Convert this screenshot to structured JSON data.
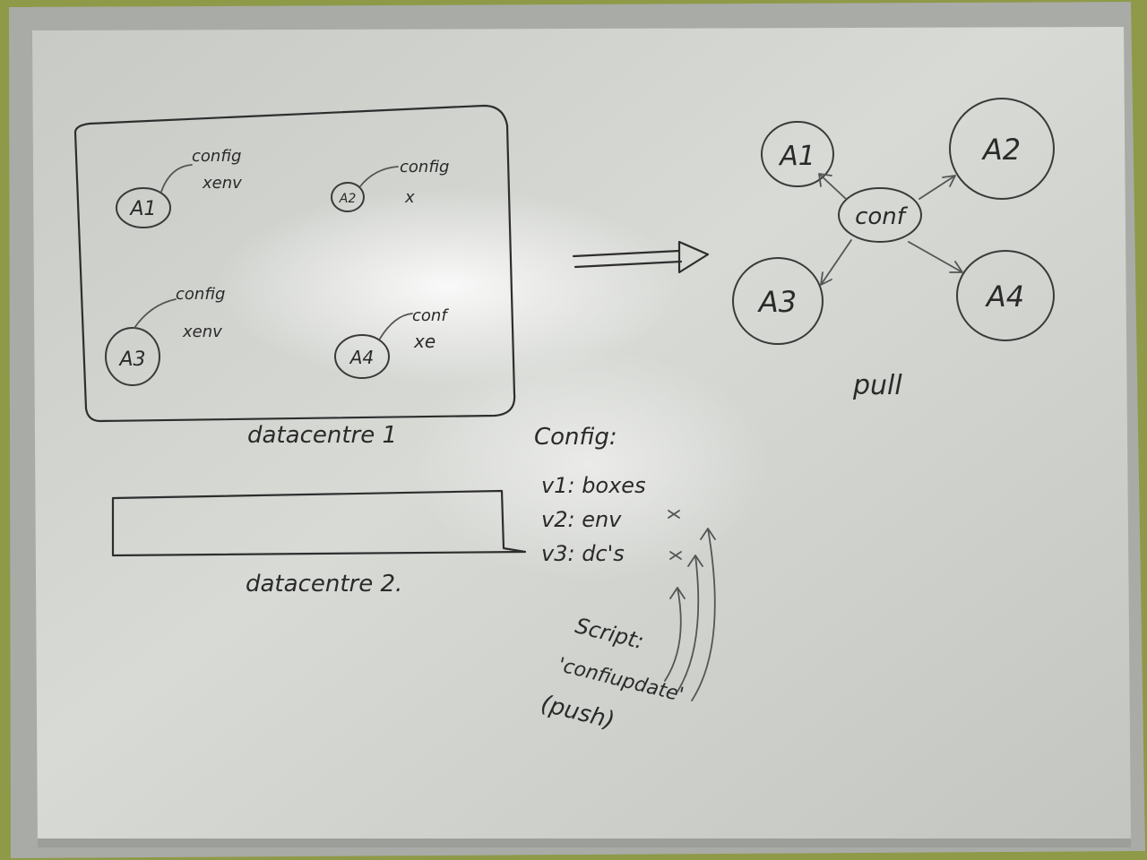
{
  "datacentre1": {
    "label": "datacentre 1",
    "nodes": [
      {
        "name": "A1",
        "note_line1": "config",
        "note_line2": "xenv"
      },
      {
        "name": "A2",
        "note_line1": "config",
        "note_line2": "x"
      },
      {
        "name": "A3",
        "note_line1": "config",
        "note_line2": "xenv"
      },
      {
        "name": "A4",
        "note_line1": "conf",
        "note_line2": "xe"
      }
    ]
  },
  "datacentre2": {
    "label": "datacentre 2."
  },
  "pull_diagram": {
    "center": "conf",
    "nodes": [
      "A1",
      "A2",
      "A3",
      "A4"
    ],
    "caption": "pull"
  },
  "config_list": {
    "heading": "Config:",
    "items": [
      "v1: boxes",
      "v2: env",
      "v3: dc's"
    ]
  },
  "script_note": {
    "line1": "Script:",
    "line2": "'confiupdate'",
    "line3": "(push)"
  },
  "colors": {
    "board": "#cfd1cd",
    "frame": "#a9aba7",
    "ink": "#2e2e2e",
    "wall": "#8e9a48"
  }
}
